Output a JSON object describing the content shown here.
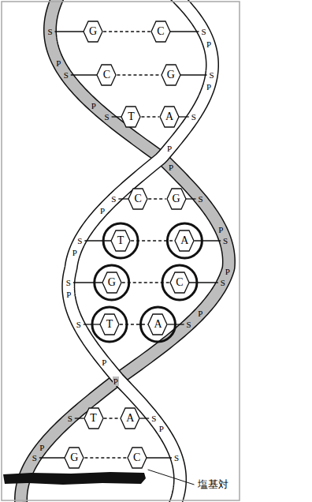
{
  "diagram": {
    "nodes": [
      {
        "text": [
          "G"
        ]
      },
      {
        "text": [
          "C"
        ]
      },
      {
        "text": [
          "C"
        ]
      },
      {
        "text": [
          "G"
        ]
      },
      {
        "text": [
          "T"
        ]
      },
      {
        "text": [
          "A"
        ]
      },
      {
        "text": [
          "C"
        ]
      },
      {
        "text": [
          "G"
        ]
      },
      {
        "text": [
          "T"
        ]
      },
      {
        "text": [
          "A"
        ]
      },
      {
        "text": [
          "G"
        ]
      },
      {
        "text": [
          "C"
        ]
      },
      {
        "text": [
          "T"
        ]
      },
      {
        "text": [
          "A"
        ]
      },
      {
        "text": [
          "T"
        ]
      },
      {
        "text": [
          "A"
        ]
      },
      {
        "text": [
          "G"
        ]
      },
      {
        "text": [
          "C"
        ]
      }
    ],
    "edges": [
      {
        "from": 0,
        "to": 1,
        "arrow": "none"
      },
      {
        "from": 2,
        "to": 3,
        "arrow": "none"
      },
      {
        "from": 4,
        "to": 5,
        "arrow": "none"
      },
      {
        "from": 6,
        "to": 7,
        "arrow": "none"
      },
      {
        "from": 8,
        "to": 9,
        "arrow": "none"
      },
      {
        "from": 10,
        "to": 11,
        "arrow": "none"
      },
      {
        "from": 12,
        "to": 13,
        "arrow": "none"
      },
      {
        "from": 14,
        "to": 15,
        "arrow": "none"
      },
      {
        "from": 16,
        "to": 17,
        "arrow": "none"
      }
    ],
    "labels": [
      "S",
      "S",
      "P",
      "P",
      "S",
      "S",
      "P",
      "P",
      "S",
      "S",
      "P",
      "P",
      "S",
      "S",
      "P",
      "P",
      "S",
      "S",
      "P",
      "P",
      "S",
      "S",
      "P",
      "P",
      "S",
      "S",
      "P",
      "P",
      "S",
      "S",
      "P",
      "P",
      "S",
      "S",
      "塩基対"
    ]
  }
}
